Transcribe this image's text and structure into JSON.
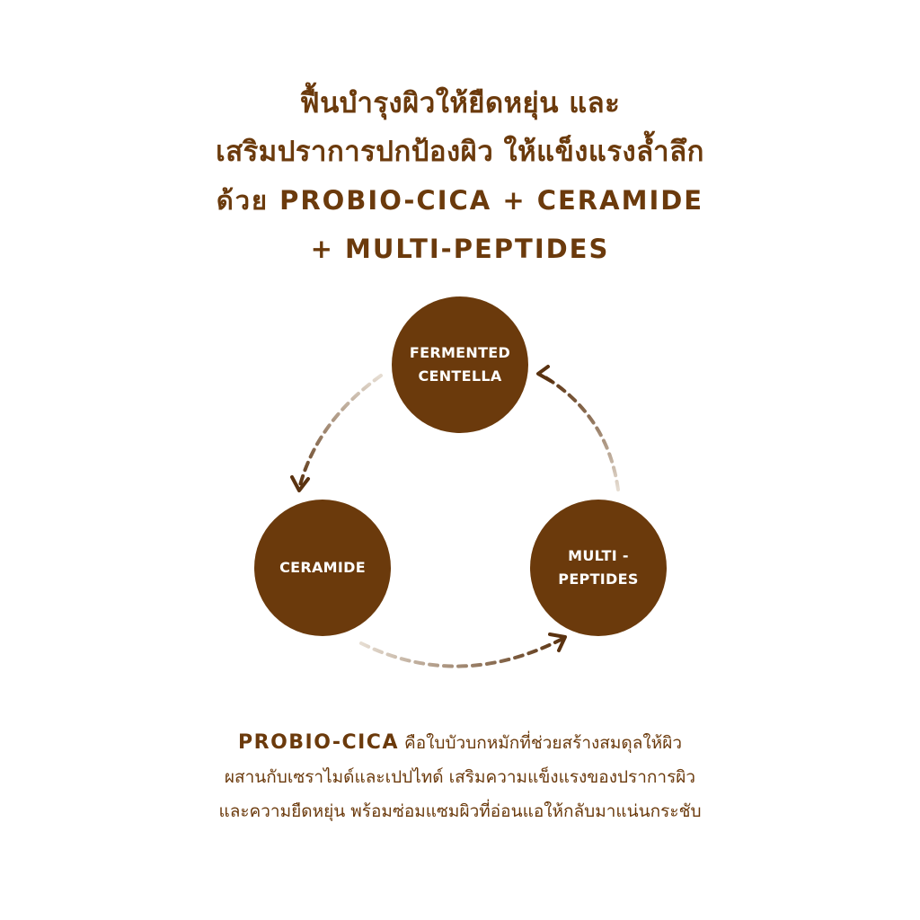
{
  "headline": {
    "line1": "ฟื้นบำรุงผิวให้ยืดหยุ่น และ",
    "line2": "เสริมปราการปกป้องผิว ให้แข็งแรงล้ำลึก",
    "line3": "ด้วย PROBIO-CICA + CERAMIDE",
    "line4": "+ MULTI-PEPTIDES"
  },
  "diagram": {
    "nodes": {
      "fermented_centella": {
        "line1": "FERMENTED",
        "line2": "CENTELLA"
      },
      "ceramide": {
        "line1": "CERAMIDE"
      },
      "multi_peptides": {
        "line1": "MULTI -",
        "line2": "PEPTIDES"
      }
    },
    "colors": {
      "node_fill": "#6b3a0c",
      "arrow_dark": "#5a3210",
      "arrow_light": "#e6ddd2"
    }
  },
  "description": {
    "keyword": "PROBIO-CICA",
    "line1_rest": " คือใบบัวบกหมักที่ช่วยสร้างสมดุลให้ผิว",
    "line2": "ผสานกับเซราไมด์และเปปไทด์ เสริมความแข็งแรงของปราการผิว",
    "line3": "และความยืดหยุ่น พร้อมซ่อมแซมผิวที่อ่อนแอให้กลับมาแน่นกระชับ"
  }
}
